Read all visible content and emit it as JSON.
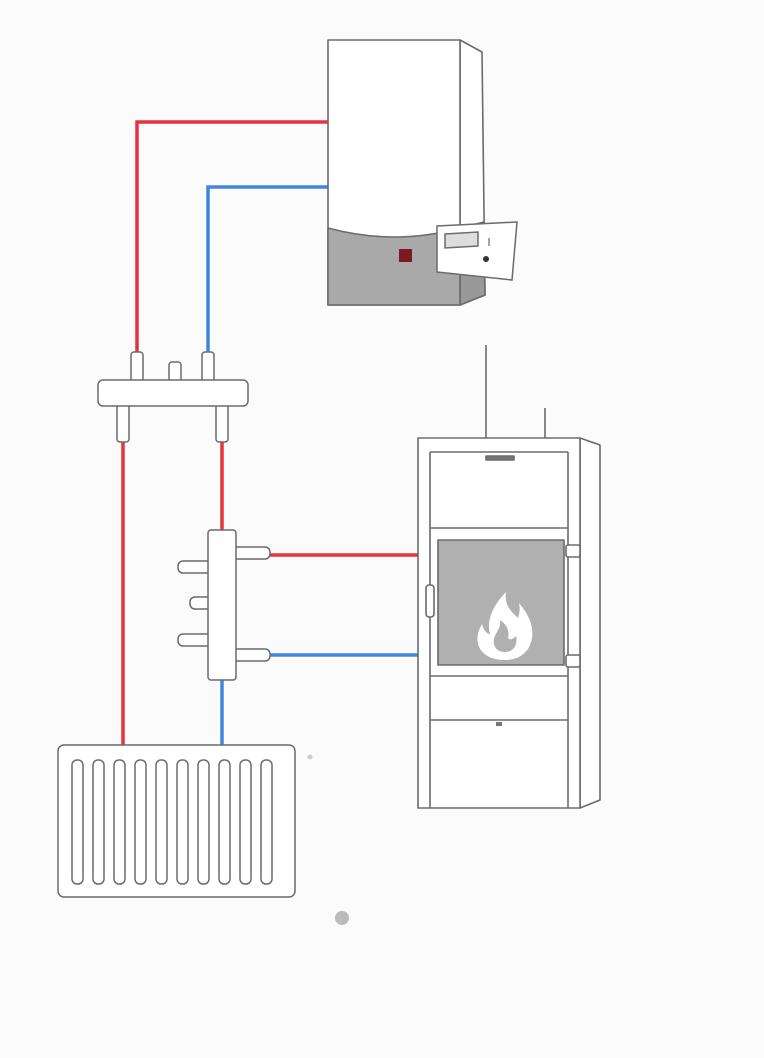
{
  "colors": {
    "hot_pipe": "#e5333f",
    "cold_pipe": "#3f86e0",
    "outline": "#6b6b6b",
    "fill": "#ffffff",
    "boiler_base": "#a9a9a9",
    "stove_door": "#b0b0b0",
    "indicator": "#7a1b22",
    "background": "#fbfbfb"
  },
  "components": [
    "wall-boiler",
    "room-thermostat",
    "top-manifold",
    "stove-manifold",
    "wood-stove",
    "radiator"
  ]
}
